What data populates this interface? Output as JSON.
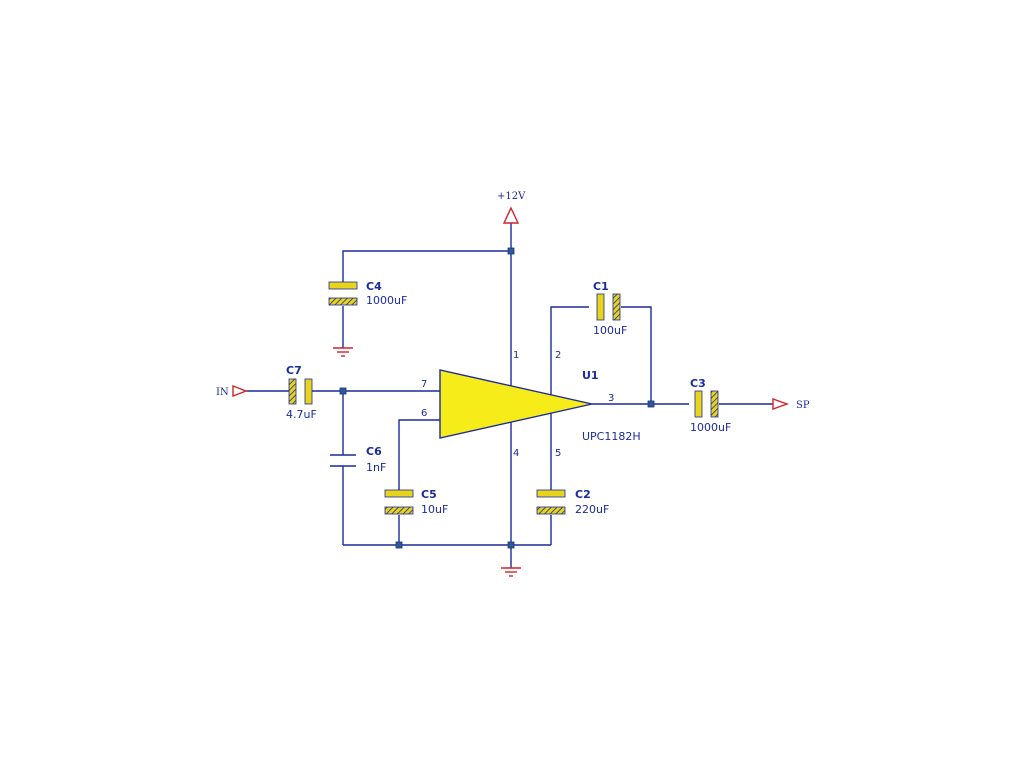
{
  "power": {
    "label": "+12V"
  },
  "ports": {
    "input": "IN",
    "output": "SP"
  },
  "amp": {
    "ref": "U1",
    "part": "UPC1182H",
    "pins": [
      "1",
      "2",
      "3",
      "4",
      "5",
      "6",
      "7"
    ]
  },
  "capacitors": {
    "c1": {
      "ref": "C1",
      "value": "100uF"
    },
    "c2": {
      "ref": "C2",
      "value": "220uF"
    },
    "c3": {
      "ref": "C3",
      "value": "1000uF"
    },
    "c4": {
      "ref": "C4",
      "value": "1000uF"
    },
    "c5": {
      "ref": "C5",
      "value": "10uF"
    },
    "c6": {
      "ref": "C6",
      "value": "1nF"
    },
    "c7": {
      "ref": "C7",
      "value": "4.7uF"
    }
  },
  "colors": {
    "wire": "#1c2a9c",
    "power_symbol": "#d0242a",
    "component_fill": "#e8d51a"
  }
}
